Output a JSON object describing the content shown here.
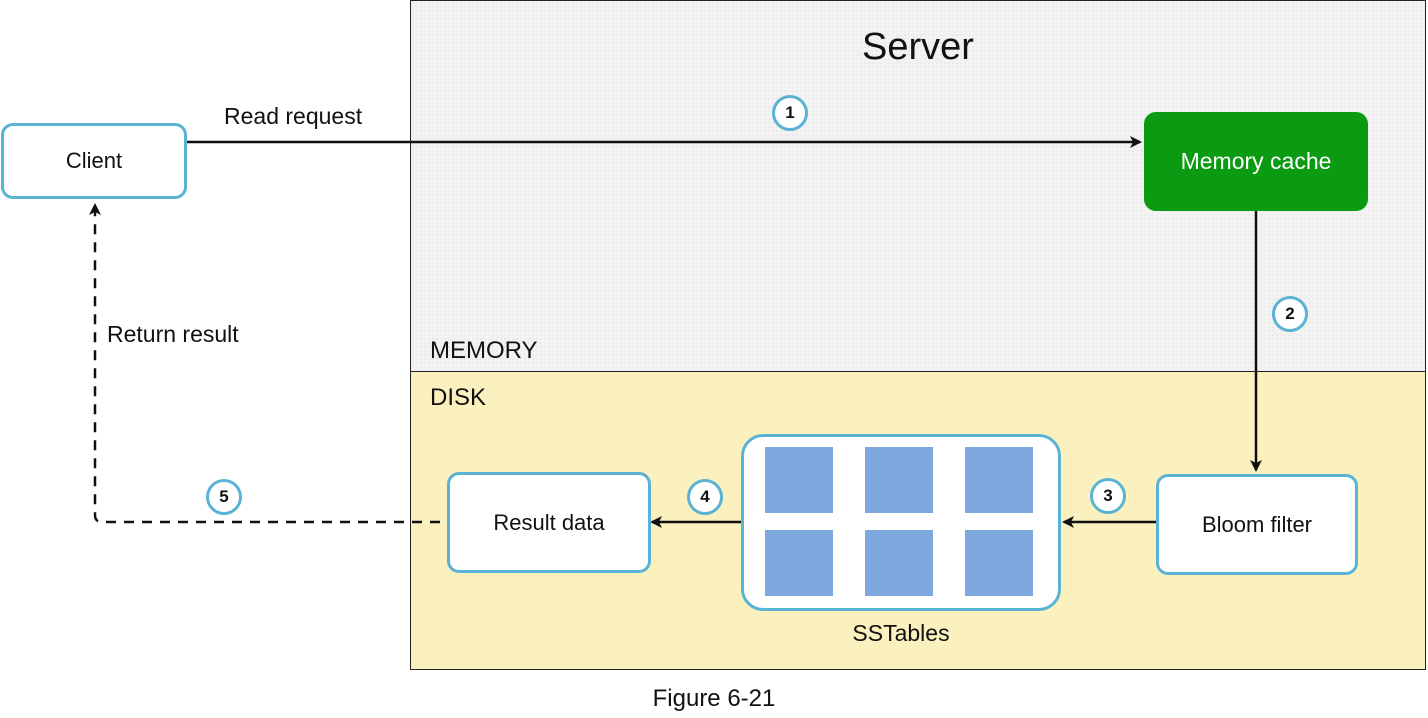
{
  "server": {
    "title": "Server",
    "memory_label": "MEMORY",
    "disk_label": "DISK"
  },
  "nodes": {
    "client": "Client",
    "memory_cache": "Memory cache",
    "bloom_filter": "Bloom filter",
    "result_data": "Result data",
    "sstables": "SSTables"
  },
  "edges": {
    "read_request": "Read request",
    "return_result": "Return result"
  },
  "steps": [
    "1",
    "2",
    "3",
    "4",
    "5"
  ],
  "caption": "Figure 6-21",
  "colors": {
    "box_border": "#5ab2d4",
    "memory_cache_fill": "#0a9b13",
    "sstable_block": "#7ea7dd",
    "disk_fill": "#fbf1bf",
    "memory_fill": "#f3f3f3"
  }
}
